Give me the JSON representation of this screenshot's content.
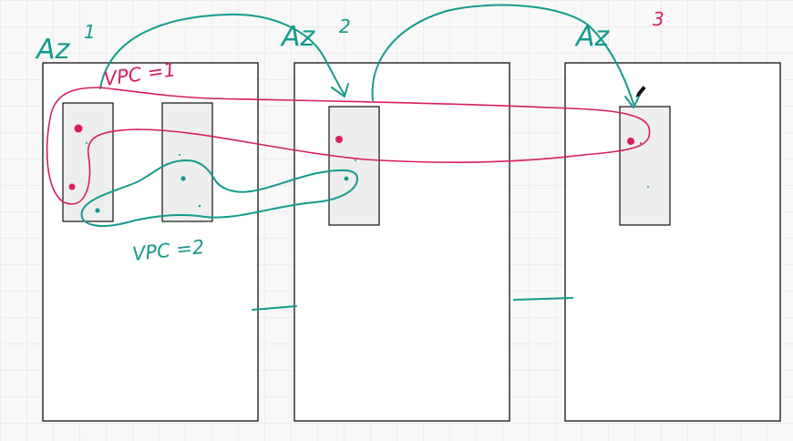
{
  "labels": {
    "az1_text": "Az",
    "az1_num": "1",
    "az2_text": "Az",
    "az2_num": "2",
    "az3_text": "Az",
    "az3_num": "3",
    "vpc1": "VPC =1",
    "vpc2": "VPC =2"
  },
  "colors": {
    "vpc1_ink": "#d61f5a",
    "vpc2_ink": "#149a8c",
    "background": "#f8f8f8"
  },
  "icons": [
    "pen-cursor-icon"
  ]
}
